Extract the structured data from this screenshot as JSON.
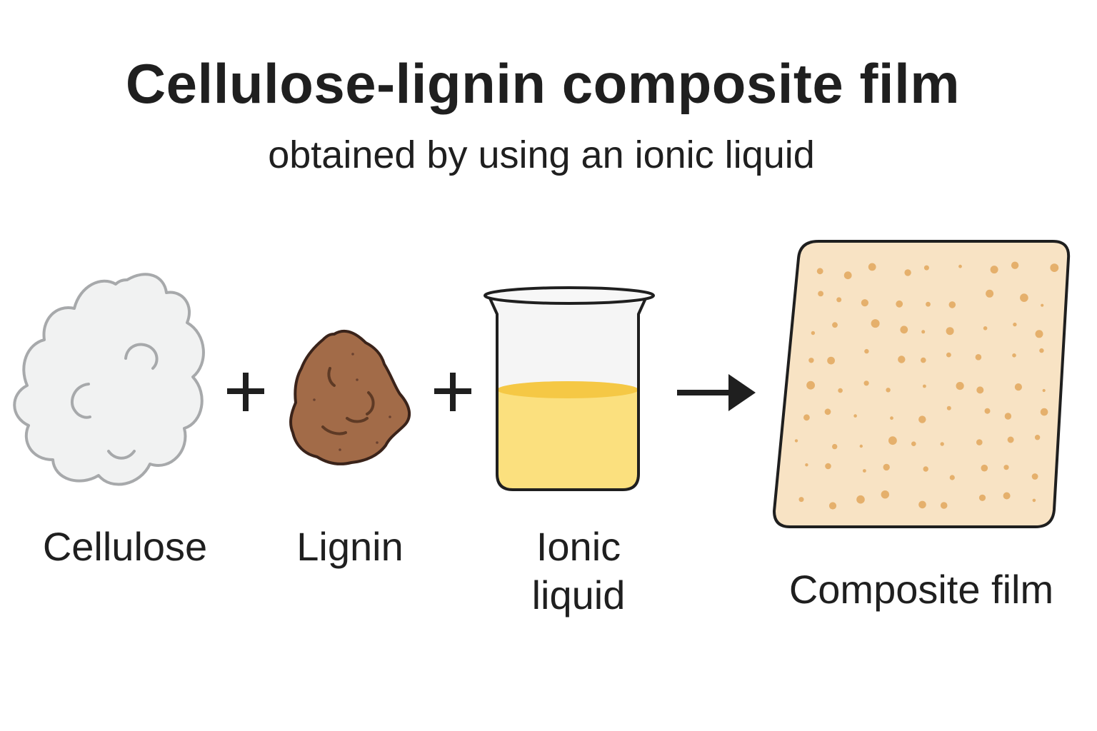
{
  "header": {
    "title": "Cellulose-lignin composite film",
    "subtitle": "obtained by using an ionic liquid"
  },
  "components": [
    {
      "label": "Cellulose",
      "icon": "cotton-cloud-icon",
      "fill": "#f1f2f2",
      "stroke": "#a7a9ab"
    },
    {
      "label": "Lignin",
      "icon": "lignin-chunk-icon",
      "fill": "#a26b48",
      "stroke": "#3a231a"
    },
    {
      "label_line1": "Ionic",
      "label_line2": "liquid",
      "icon": "beaker-icon",
      "liquid_fill": "#fbe07e",
      "liquid_surface": "#f5c845"
    }
  ],
  "operators": [
    "+",
    "+"
  ],
  "product": {
    "label": "Composite film",
    "icon": "composite-film-icon",
    "fill": "#f8e3c4",
    "speck_color": "#e5b06c"
  }
}
